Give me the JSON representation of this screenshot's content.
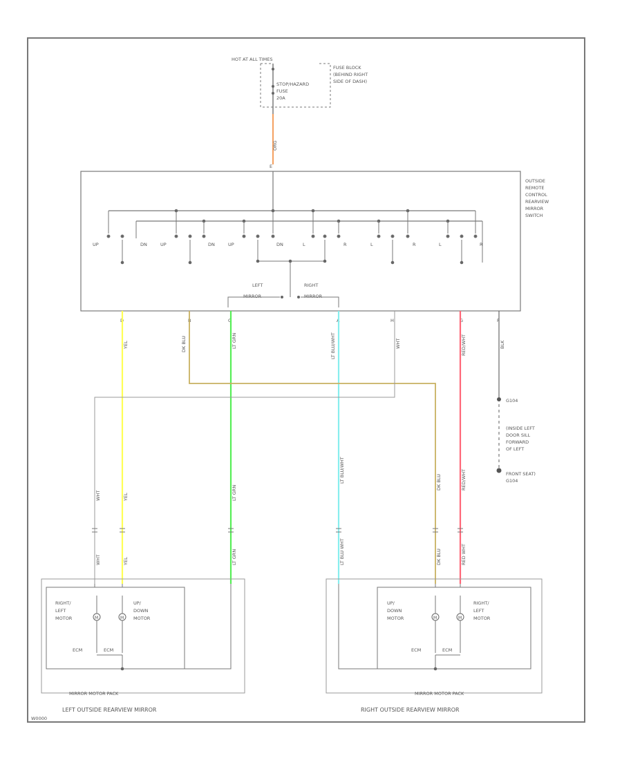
{
  "power": {
    "hot_label": "HOT AT ALL TIMES",
    "fuse_label_lines": [
      "STOP/HAZARD",
      "FUSE",
      "20A"
    ],
    "fuse_block_lines": [
      "FUSE BLOCK",
      "(BEHIND RIGHT",
      "SIDE OF DASH)"
    ],
    "feed_wire": "ORG",
    "feed_pin": "E"
  },
  "switch": {
    "title_lines": [
      "OUTSIDE",
      "REMOTE",
      "CONTROL",
      "REARVIEW",
      "MIRROR",
      "SWITCH"
    ],
    "contact_labels": [
      "UP",
      "DN",
      "UP",
      "DN",
      "UP",
      "DN",
      "L",
      "R",
      "L",
      "R",
      "L",
      "R"
    ],
    "left_mirror_label": [
      "LEFT",
      "MIRROR"
    ],
    "right_mirror_label": [
      "RIGHT",
      "MIRROR"
    ],
    "pin_letters": [
      "D",
      "B",
      "C",
      "A",
      "H",
      "G",
      "F"
    ]
  },
  "wires": {
    "upper": [
      "YEL",
      "DK BLU",
      "LT GRN",
      "LT BLU/WHT",
      "WHT",
      "RED/WHT",
      "BLK"
    ],
    "lower_left": [
      "WHT",
      "YEL",
      "LT GRN"
    ],
    "lower_right": [
      "LT BLU/WHT",
      "DK BLU",
      "RED/WHT"
    ],
    "connector_left": [
      "WHT",
      "YEL",
      "LT GRN"
    ],
    "connector_right": [
      "LT BLU WHT",
      "DK BLU",
      "RED WHT"
    ]
  },
  "ground": {
    "label": "G104",
    "location_lines": [
      "(INSIDE LEFT",
      "DOOR SILL",
      "FORWARD",
      "OF LEFT",
      "FRONT SEAT)",
      "G104"
    ]
  },
  "left_mirror": {
    "motor1_lines": [
      "RIGHT/",
      "LEFT",
      "MOTOR"
    ],
    "motor2_lines": [
      "UP/",
      "DOWN",
      "MOTOR"
    ],
    "labels": [
      "M",
      "M"
    ],
    "cb_label": [
      "ECM",
      "ECM"
    ],
    "assembly": "MIRROR MOTOR PACK",
    "title": "LEFT OUTSIDE REARVIEW MIRROR"
  },
  "right_mirror": {
    "motor1_lines": [
      "UP/",
      "DOWN",
      "MOTOR"
    ],
    "motor2_lines": [
      "RIGHT/",
      "LEFT",
      "MOTOR"
    ],
    "labels": [
      "M",
      "M"
    ],
    "cb_label": [
      "ECM",
      "ECM"
    ],
    "assembly": "MIRROR MOTOR PACK",
    "title": "RIGHT OUTSIDE REARVIEW MIRROR"
  },
  "footer_code": "W0000",
  "colors": {
    "yellow": "#ffff55",
    "green": "#55ee55",
    "cyan": "#88eeee",
    "tan": "#c8b060",
    "red": "#ff6677",
    "orange": "#f4a060",
    "line": "#888888"
  }
}
